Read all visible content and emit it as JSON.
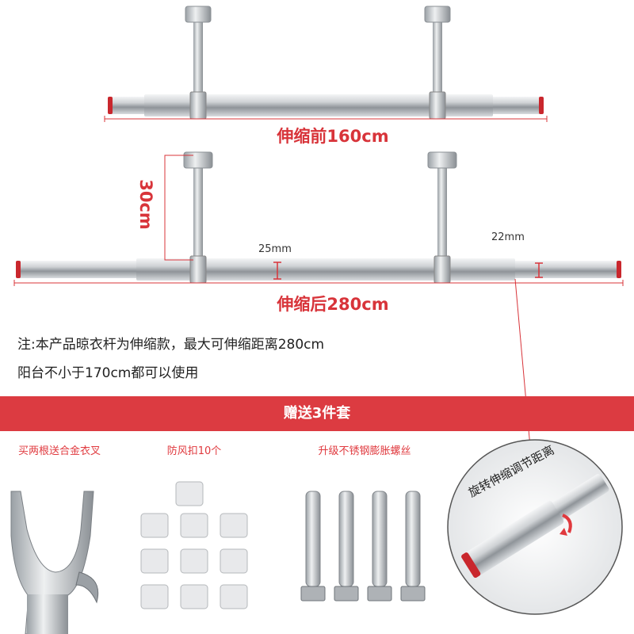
{
  "dimensions": {
    "before": "伸缩前160cm",
    "after": "伸缩后280cm",
    "height": "30cm",
    "diameter_inner": "25mm",
    "diameter_outer": "22mm"
  },
  "note": {
    "line1": "注:本产品晾衣杆为伸缩款，最大可伸缩距离280cm",
    "line2": "阳台不小于170cm都可以使用"
  },
  "gifts": {
    "title": "赠送3件套",
    "items": [
      {
        "label": "买两根送合金衣叉"
      },
      {
        "label": "防风扣10个"
      },
      {
        "label": "升级不锈钢膨胀螺丝"
      }
    ]
  },
  "callout": {
    "label": "旋转伸缩调节距离"
  },
  "colors": {
    "accent": "#dc3b41",
    "steel": "#b8bcc0"
  }
}
